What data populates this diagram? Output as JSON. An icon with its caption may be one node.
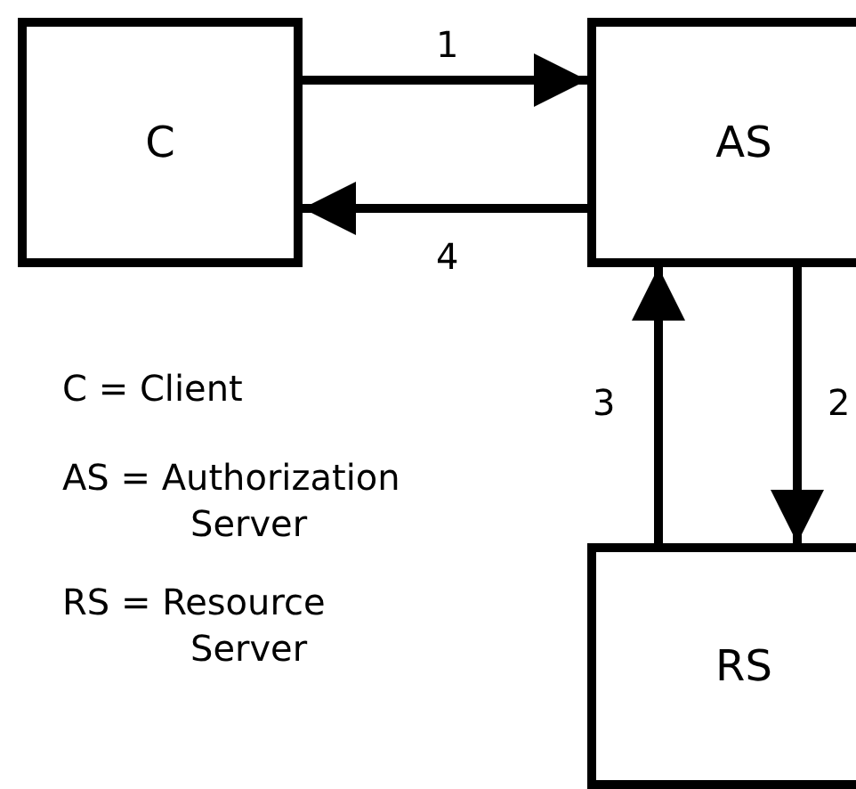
{
  "diagram": {
    "nodes": [
      {
        "text": [
          "C"
        ]
      },
      {
        "text": [
          "AS"
        ]
      },
      {
        "text": [
          "RS"
        ]
      }
    ],
    "edges": [
      {
        "from": 0,
        "to": 1,
        "arrow": "to",
        "label": "1"
      },
      {
        "from": 1,
        "to": 2,
        "arrow": "to",
        "label": "2"
      },
      {
        "from": 2,
        "to": 1,
        "arrow": "to",
        "label": "3"
      },
      {
        "from": 1,
        "to": 0,
        "arrow": "to",
        "label": "4"
      }
    ],
    "labels": [
      "C = Client",
      "AS = Authorization Server",
      "RS = Resource Server"
    ]
  }
}
